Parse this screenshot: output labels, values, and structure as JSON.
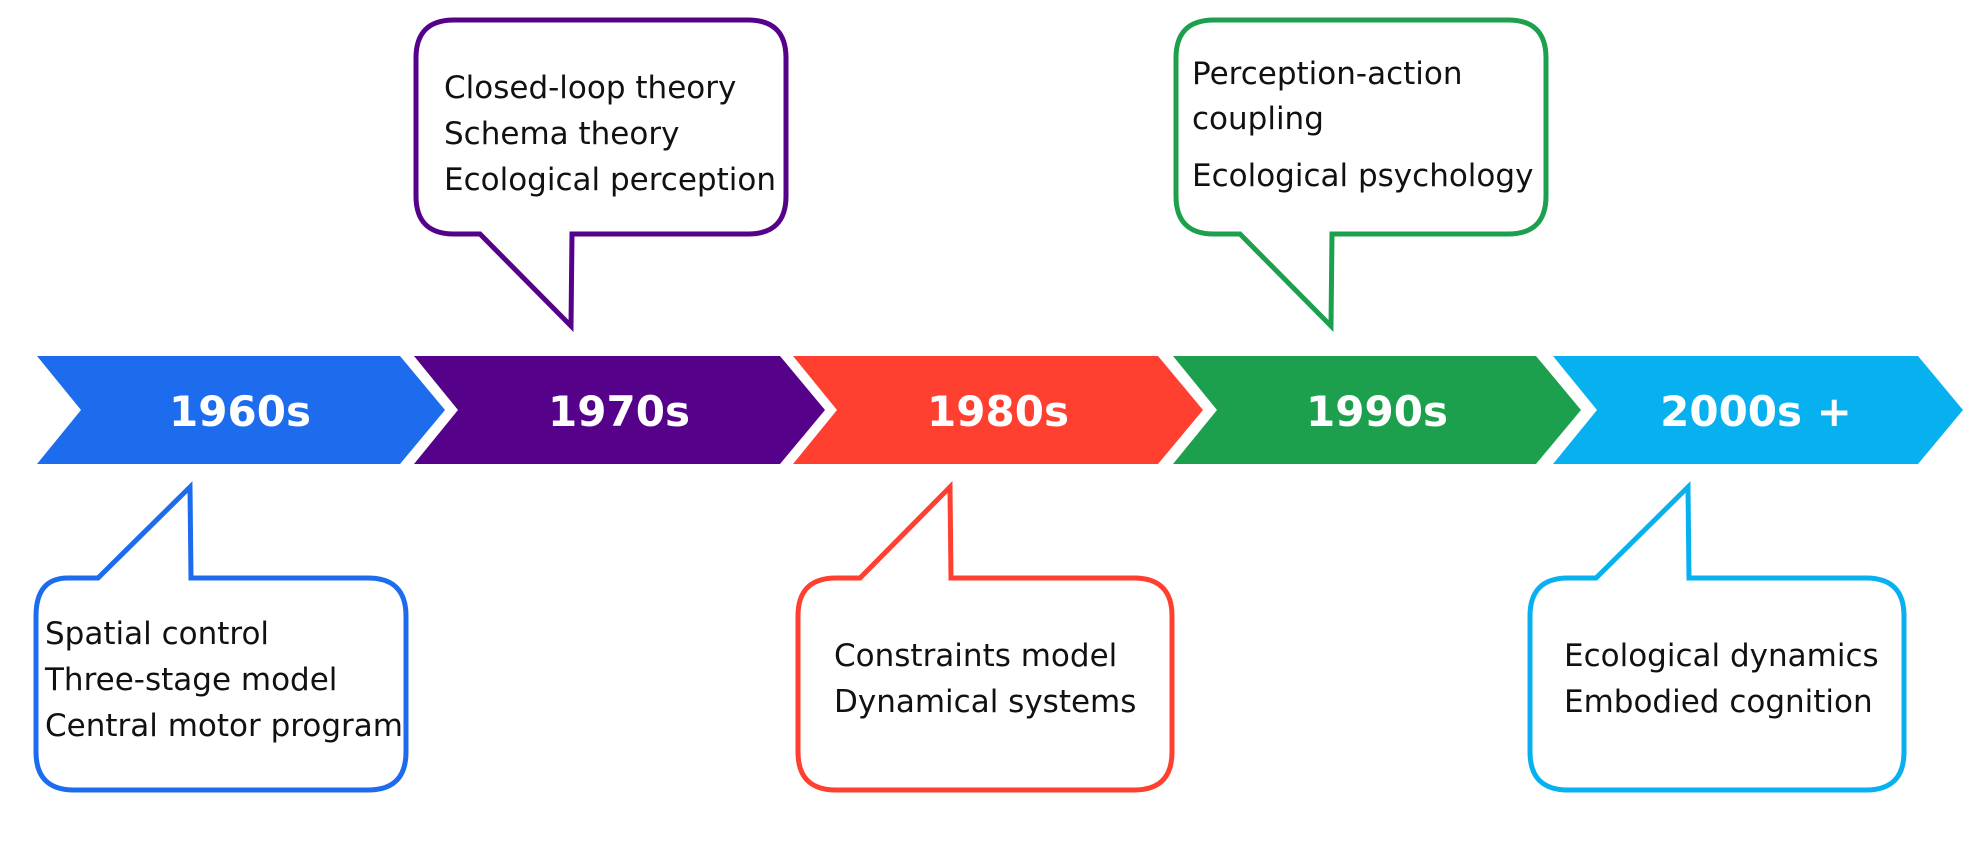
{
  "timeline": [
    {
      "id": "1960s",
      "label": "1960s",
      "color": "#1D6CEE",
      "callout": {
        "position": "below",
        "lines": [
          "Spatial control",
          "Three-stage model",
          "Central motor program"
        ]
      }
    },
    {
      "id": "1970s",
      "label": "1970s",
      "color": "#560189",
      "callout": {
        "position": "above",
        "lines": [
          "Closed-loop theory",
          "Schema theory",
          "Ecological perception"
        ]
      }
    },
    {
      "id": "1980s",
      "label": "1980s",
      "color": "#FF3F30",
      "callout": {
        "position": "below",
        "lines": [
          "Constraints model",
          "Dynamical systems"
        ]
      }
    },
    {
      "id": "1990s",
      "label": "1990s",
      "color": "#1DA04E",
      "callout": {
        "position": "above",
        "lines": [
          "Perception-action",
          "coupling",
          "Ecological psychology"
        ]
      }
    },
    {
      "id": "2000s",
      "label": "2000s +",
      "color": "#07B1F0",
      "callout": {
        "position": "below",
        "lines": [
          "Ecological dynamics",
          "Embodied cognition"
        ]
      }
    }
  ]
}
